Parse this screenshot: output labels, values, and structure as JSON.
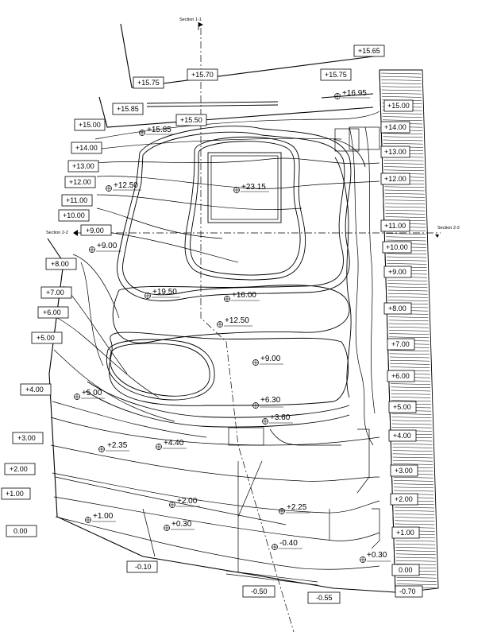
{
  "sections": {
    "s1": "Section 1-1",
    "s2_left": "Section 2-2",
    "s2_right": "Section 2-2"
  },
  "level_labels": {
    "left": [
      "+15.00",
      "+14.00",
      "+13.00",
      "+12.00",
      "+11.00",
      "+10.00",
      "+9.00",
      "+8.00",
      "+7.00",
      "+6.00",
      "+5.00",
      "+4.00",
      "+3.00",
      "+2.00",
      "+1.00",
      "0.00"
    ],
    "right": [
      "+15.00",
      "+14.00",
      "+13.00",
      "+12.00",
      "+11.00",
      "+10.00",
      "+9.00",
      "+8.00",
      "+7.00",
      "+6.00",
      "+5.00",
      "+4.00",
      "+3.00",
      "+2.00",
      "+1.00",
      "0.00",
      "-0.70"
    ],
    "top": [
      "+15.65",
      "+15.70",
      "+15.75",
      "+15.75",
      "+15.85",
      "+15.50"
    ],
    "bottom": [
      "-0.10",
      "-0.50",
      "-0.55"
    ]
  },
  "spot_levels": [
    "+16.95",
    "+15.85",
    "+12.50",
    "+23.15",
    "+9.00",
    "+19.50",
    "+16.00",
    "+12.50",
    "+9.00",
    "+5.00",
    "+6.30",
    "+3.60",
    "+2.35",
    "+4.40",
    "+2.00",
    "+2.25",
    "+1.00",
    "+0.30",
    "-0.40",
    "+0.30"
  ]
}
